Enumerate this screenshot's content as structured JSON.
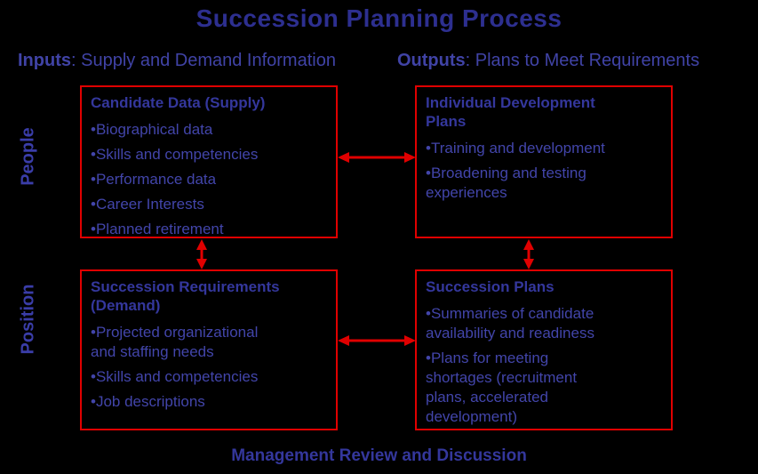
{
  "title": "Succession Planning Process",
  "headers": {
    "inputs": {
      "label": "Inputs",
      "text": ": Supply and Demand Information"
    },
    "outputs": {
      "label": "Outputs",
      "text": ": Plans to Meet Requirements"
    }
  },
  "side_labels": {
    "top": "People",
    "bottom": "Position"
  },
  "boxes": [
    {
      "title": "Candidate Data (Supply)",
      "bullets": [
        "Biographical data",
        "Skills and competencies",
        "Performance data",
        "Career Interests",
        "Planned retirement"
      ]
    },
    {
      "title": "Individual Development\nPlans",
      "bullets": [
        "Training and development",
        "Broadening and testing\nexperiences"
      ]
    },
    {
      "title": "Succession Requirements\n(Demand)",
      "bullets": [
        "Projected organizational\nand staffing needs",
        "Skills and competencies",
        "Job descriptions"
      ]
    },
    {
      "title": "Succession Plans",
      "bullets": [
        "Summaries of candidate\navailability and readiness",
        "Plans for meeting\nshortages (recruitment\nplans, accelerated\ndevelopment)"
      ]
    }
  ],
  "footer": "Management Review and Discussion",
  "colors": {
    "background": "#000000",
    "title_text": "#2d2f90",
    "header_text": "#4043a6",
    "box_heading_text": "#34379c",
    "bullet_text": "#4245aa",
    "side_label_text": "#3a3da8",
    "box_border": "#e00000",
    "arrow": "#e00000"
  }
}
